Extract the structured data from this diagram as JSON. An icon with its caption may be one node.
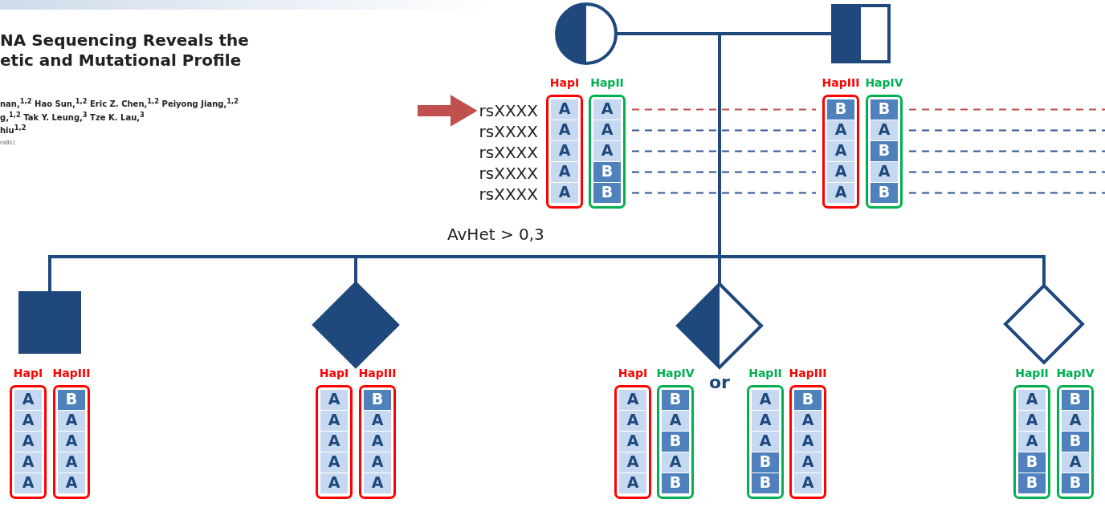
{
  "diagram": {
    "nodes": [
      {
        "text": [],
        "shape": "circle"
      },
      {
        "text": [],
        "shape": "box"
      },
      {
        "text": [
          "rsXXXX"
        ]
      },
      {
        "text": [
          "HapI",
          "A",
          "A",
          "A",
          "A",
          "A"
        ]
      },
      {
        "text": [
          "HapII",
          "A",
          "A",
          "A",
          "B",
          "B"
        ]
      },
      {
        "text": [
          "HapIII",
          "B",
          "A",
          "A",
          "A",
          "A"
        ]
      },
      {
        "text": [
          "HapIV",
          "B",
          "A",
          "B",
          "A",
          "B"
        ]
      },
      {
        "text": [],
        "shape": "box"
      },
      {
        "text": [],
        "shape": "diamond"
      },
      {
        "text": [],
        "shape": "diamond"
      },
      {
        "text": [],
        "shape": "diamond"
      },
      {
        "text": [
          "HapI",
          "A",
          "A",
          "A",
          "A",
          "A"
        ]
      },
      {
        "text": [
          "HapIII",
          "B",
          "A",
          "A",
          "A",
          "A"
        ]
      },
      {
        "text": [
          "HapI",
          "A",
          "A",
          "A",
          "A",
          "A"
        ]
      },
      {
        "text": [
          "HapIII",
          "B",
          "A",
          "A",
          "A",
          "A"
        ]
      },
      {
        "text": [
          "HapI",
          "A",
          "A",
          "A",
          "A",
          "A"
        ]
      },
      {
        "text": [
          "HapIV",
          "B",
          "A",
          "B",
          "A",
          "B"
        ]
      },
      {
        "text": [
          "HapII",
          "A",
          "A",
          "A",
          "B",
          "B"
        ]
      },
      {
        "text": [
          "HapIII",
          "B",
          "A",
          "A",
          "A",
          "A"
        ]
      },
      {
        "text": [
          "HapII",
          "A",
          "A",
          "A",
          "B",
          "B"
        ]
      },
      {
        "text": [
          "HapIV",
          "B",
          "A",
          "B",
          "A",
          "B"
        ]
      }
    ],
    "edges": [
      {
        "from": 0,
        "to": 1,
        "arrow": "none"
      },
      {
        "from": 0,
        "to": 7,
        "arrow": "none"
      },
      {
        "from": 0,
        "to": 8,
        "arrow": "none"
      },
      {
        "from": 0,
        "to": 9,
        "arrow": "none"
      },
      {
        "from": 0,
        "to": 10,
        "arrow": "none"
      },
      {
        "from": 1,
        "to": 7,
        "arrow": "none"
      },
      {
        "from": 1,
        "to": 8,
        "arrow": "none"
      },
      {
        "from": 1,
        "to": 9,
        "arrow": "none"
      },
      {
        "from": 1,
        "to": 10,
        "arrow": "none"
      },
      {
        "from": null,
        "to": 2,
        "arrow": "to",
        "style": "thick",
        "color": "#c0504d"
      },
      {
        "from": 4,
        "to": 5,
        "arrow": "none",
        "style": "dashed",
        "color": "#c0504d"
      },
      {
        "from": 4,
        "to": 5,
        "arrow": "none",
        "style": "dashed"
      },
      {
        "from": 4,
        "to": 5,
        "arrow": "none",
        "style": "dashed"
      },
      {
        "from": 4,
        "to": 5,
        "arrow": "none",
        "style": "dashed"
      },
      {
        "from": 4,
        "to": 5,
        "arrow": "none",
        "style": "dashed"
      },
      {
        "from": 6,
        "to": null,
        "arrow": "none",
        "style": "dashed",
        "color": "#c0504d"
      },
      {
        "from": 6,
        "to": null,
        "arrow": "none",
        "style": "dashed"
      },
      {
        "from": 6,
        "to": null,
        "arrow": "none",
        "style": "dashed"
      },
      {
        "from": 6,
        "to": null,
        "arrow": "none",
        "style": "dashed"
      },
      {
        "from": 6,
        "to": null,
        "arrow": "none",
        "style": "dashed"
      }
    ],
    "labels": [
      "NA Sequencing Reveals the",
      "etic and Mutational Profile",
      "nan,$^{1,2}$ Hao Sun,$^{1,2}$ Eric Z. Chen,$^{1,2}$ Peiyong Jiang,$^{1,2}$",
      "g,$^{1,2}$ Tak Y. Leung,$^{3}$ Tze K. Lau,$^{3}$",
      "hiu$^{1,2}$",
      "ra91)",
      "rsXXXX",
      "rsXXXX",
      "rsXXXX",
      "rsXXXX",
      "AvHet > 0,3",
      "or"
    ]
  }
}
